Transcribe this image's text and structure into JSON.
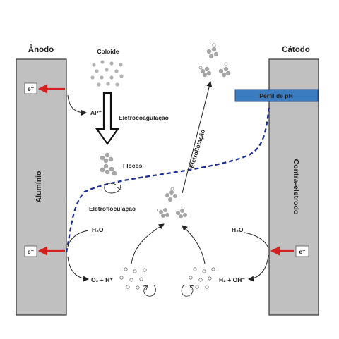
{
  "anode": {
    "heading": "Ânodo",
    "label": "Alumínio"
  },
  "cathode": {
    "heading": "Cátodo",
    "label": "Contra-eletrodo"
  },
  "electron_label": "e⁻",
  "colloid_label": "Coloide",
  "al_ion": "Al³⁺",
  "electrocoagulation_label": "Eletrocoagulação",
  "flocs_label": "Flocos",
  "electroflocculation_label": "Eletrofloculação",
  "electroflotation_label": "Eletroflotação",
  "ph_profile_label": "Perfil de pH",
  "water_anode": "H₂O",
  "anode_products": "O₂ + H⁺",
  "water_cathode": "H₂O",
  "cathode_products": "H₂ + OH⁻",
  "colors": {
    "electrode_fill": "#c0c0c0",
    "electron_arrow": "#d42020",
    "ph_curve": "#1f2f8f",
    "ph_box": "#3b7bc0",
    "floc_gray": "#a6a6a6"
  }
}
